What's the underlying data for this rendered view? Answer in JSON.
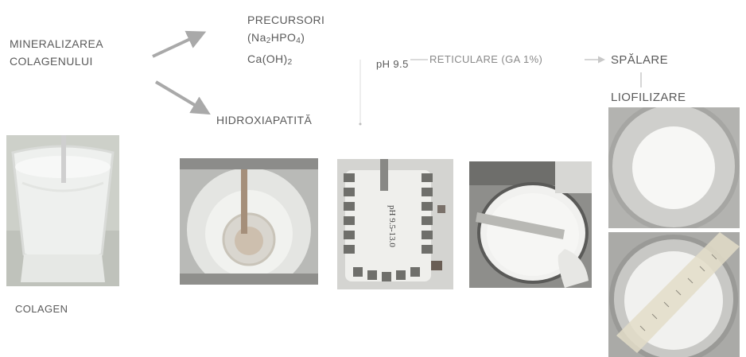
{
  "labels": {
    "mineralization_line1": "MINERALIZAREA",
    "mineralization_line2": "COLAGENULUI",
    "precursors_title": "PRECURSORI",
    "precursors_formula1_open": "(Na",
    "precursors_formula1_sub2": "2",
    "precursors_formula1_mid": "HPO",
    "precursors_formula1_sub4": "4",
    "precursors_formula1_close": ")",
    "precursors_formula2_main": "Ca(OH)",
    "precursors_formula2_sub": "2",
    "hydroxyapatite": "HIDROXIAPATITĂ",
    "ph": "pH 9.5",
    "crosslinking": "RETICULARE (GA 1%)",
    "washing": "SPĂLARE",
    "lyophilization": "LIOFILIZARE",
    "collagen": "COLAGEN"
  },
  "photos": {
    "collagen_beaker": "collagen-beaker-photo",
    "mineralization_beaker": "mineralization-beaker-photo",
    "ph_strip_chart": "ph-indicator-photo",
    "ph_strip_text": "pH 9.5-13.0",
    "petri_crosslinking": "petri-crosslinking-photo",
    "lyophilized_disc": "lyophilized-disc-photo",
    "lyophilized_ruler": "lyophilized-ruler-photo"
  },
  "colors": {
    "arrow": "#a9a9a9",
    "text": "#5a5a5a"
  }
}
